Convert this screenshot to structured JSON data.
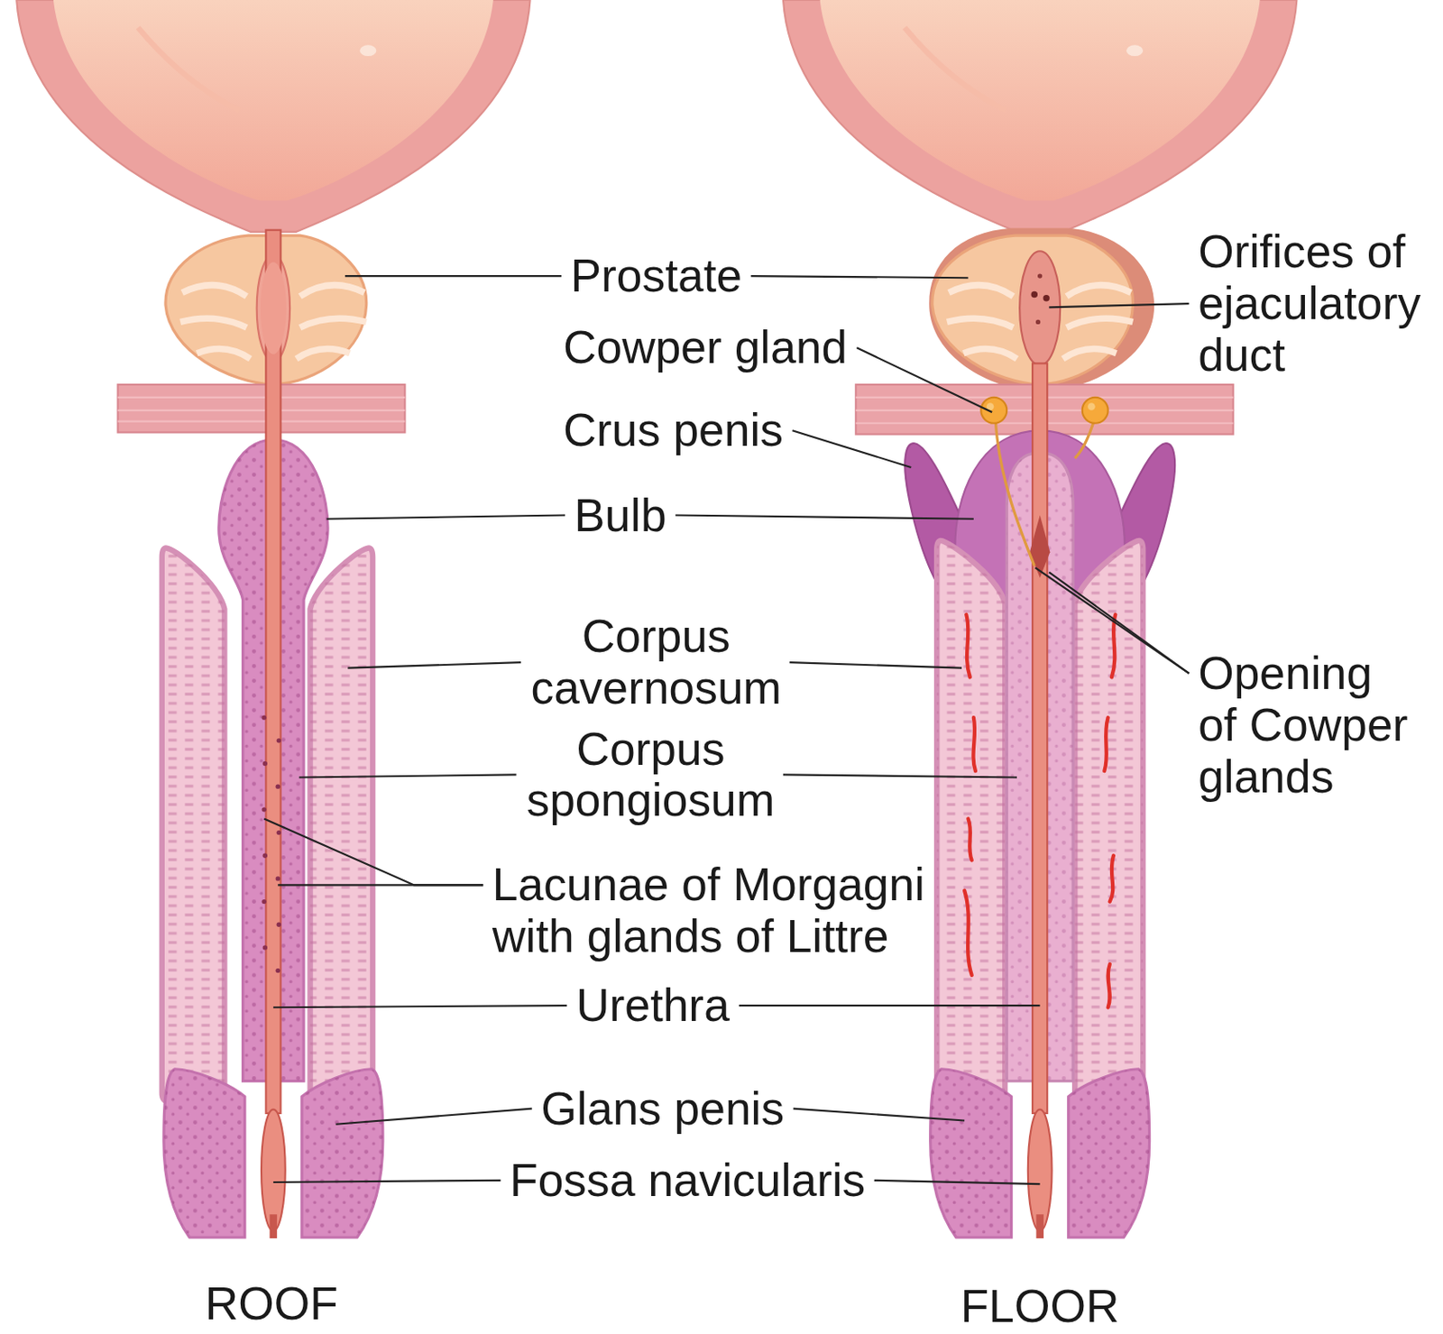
{
  "diagram": {
    "labels": [
      "Prostate",
      "Cowper gland",
      "Crus penis",
      "Bulb",
      "Corpus cavernosum",
      "Corpus spongiosum",
      "Lacunae of Morgagni with glands of Littre",
      "Urethra",
      "Glans penis",
      "Fossa navicularis",
      "Orifices of ejaculatory duct",
      "Opening of Cowper glands",
      "ROOF",
      "FLOOR"
    ]
  }
}
